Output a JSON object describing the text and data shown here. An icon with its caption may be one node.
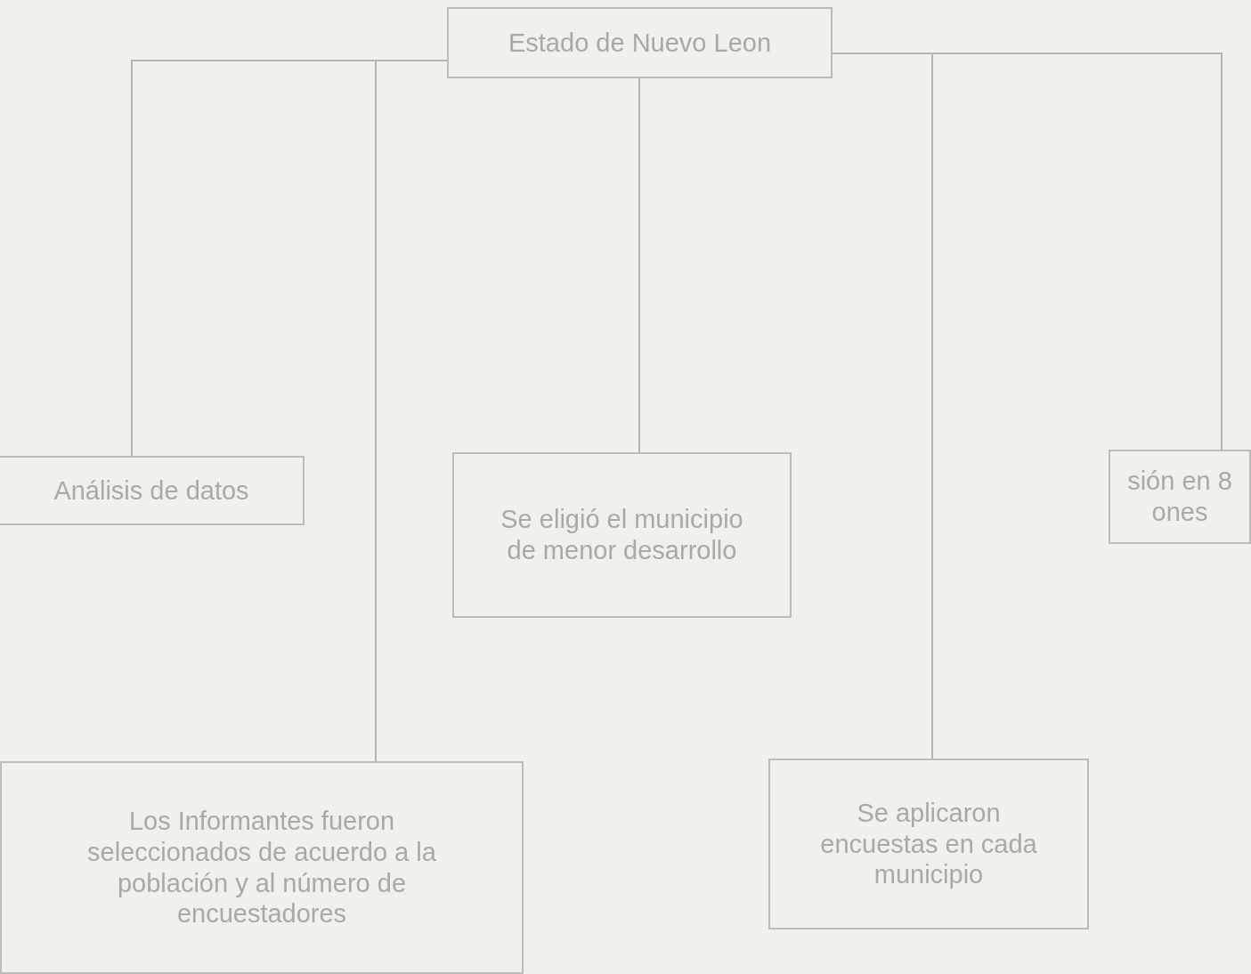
{
  "diagram": {
    "nodes": [
      {
        "text": [
          "Estado de Nuevo Leon"
        ]
      },
      {
        "text": [
          "Análisis de datos"
        ]
      },
      {
        "text": [
          "Se eligió el municipio de menor desarrollo"
        ]
      },
      {
        "text": [
          "sión en 8 ones"
        ]
      },
      {
        "text": [
          "Los Informantes fueron seleccionados de acuerdo a la población y al número de encuestadores"
        ]
      },
      {
        "text": [
          "Se aplicaron encuestas en cada municipio"
        ]
      }
    ],
    "edges": [
      {
        "from": 0,
        "to": 1,
        "arrow": "none"
      },
      {
        "from": 0,
        "to": 4,
        "arrow": "none"
      },
      {
        "from": 0,
        "to": 2,
        "arrow": "none"
      },
      {
        "from": 0,
        "to": 3,
        "arrow": "none"
      },
      {
        "from": 0,
        "to": 5,
        "arrow": "none"
      }
    ]
  }
}
